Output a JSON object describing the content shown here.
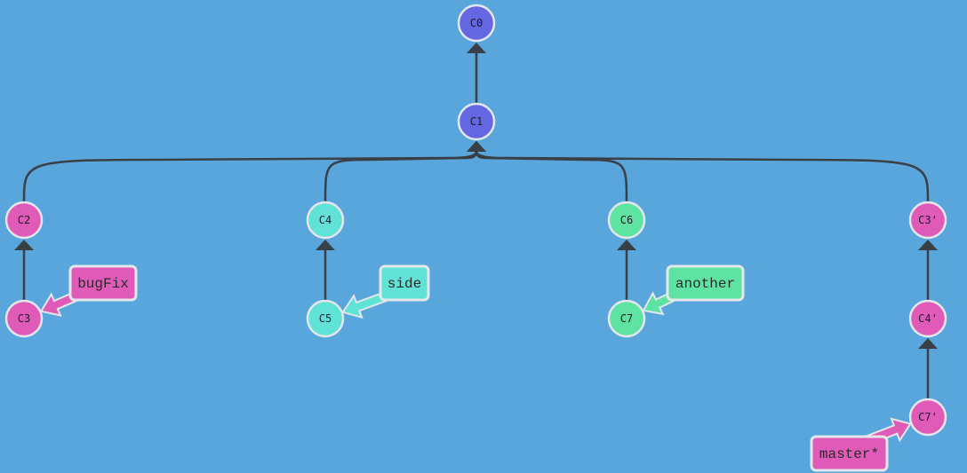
{
  "colors": {
    "background": "#58a6dc",
    "edge": "#3a3f45",
    "node_stroke": "#e3e7ec",
    "main_commit": "#6566e1",
    "bugfix_commit": "#e05bb7",
    "side_commit": "#60e3d6",
    "another_commit": "#5fe3a2",
    "master_commit": "#e05bb7",
    "label_stroke": "#e3e7ec"
  },
  "commits": [
    {
      "id": "C0",
      "color_key": "main_commit"
    },
    {
      "id": "C1",
      "parent": "C0",
      "color_key": "main_commit"
    },
    {
      "id": "C2",
      "parent": "C1",
      "color_key": "bugfix_commit"
    },
    {
      "id": "C3",
      "parent": "C2",
      "color_key": "bugfix_commit"
    },
    {
      "id": "C4",
      "parent": "C1",
      "color_key": "side_commit"
    },
    {
      "id": "C5",
      "parent": "C4",
      "color_key": "side_commit"
    },
    {
      "id": "C6",
      "parent": "C1",
      "color_key": "another_commit"
    },
    {
      "id": "C7",
      "parent": "C6",
      "color_key": "another_commit"
    },
    {
      "id": "C3'",
      "parent": "C1",
      "color_key": "master_commit"
    },
    {
      "id": "C4'",
      "parent": "C3'",
      "color_key": "master_commit"
    },
    {
      "id": "C7'",
      "parent": "C4'",
      "color_key": "master_commit"
    }
  ],
  "branches": [
    {
      "name": "bugFix",
      "target": "C3",
      "color_key": "bugfix_commit"
    },
    {
      "name": "side",
      "target": "C5",
      "color_key": "side_commit"
    },
    {
      "name": "another",
      "target": "C7",
      "color_key": "another_commit"
    },
    {
      "name": "master*",
      "target": "C7'",
      "color_key": "master_commit"
    }
  ]
}
